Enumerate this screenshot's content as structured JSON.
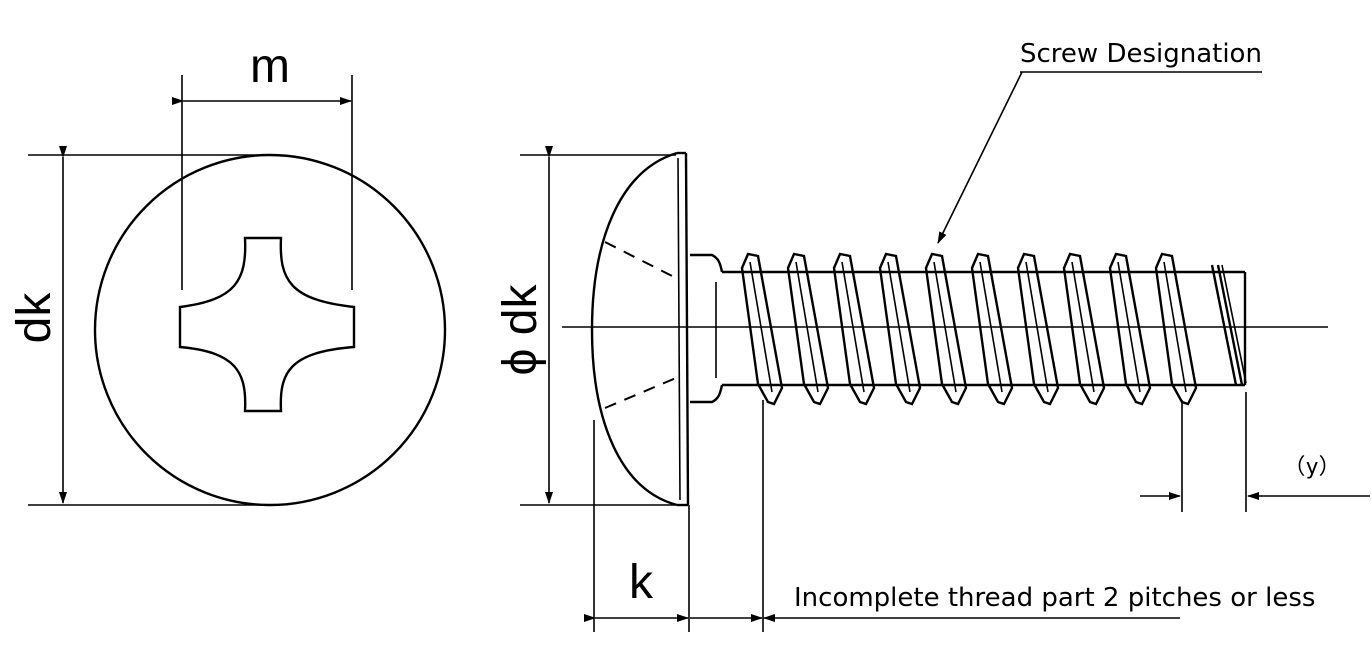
{
  "labels": {
    "m": "m",
    "dk": "dk",
    "phi_dk": "ϕ dk",
    "k": "k",
    "y": "（y）",
    "screw_designation": "Screw Designation",
    "incomplete_thread": "Incomplete thread part 2 pitches or less"
  },
  "colors": {
    "line": "#000000",
    "background": "#ffffff"
  }
}
